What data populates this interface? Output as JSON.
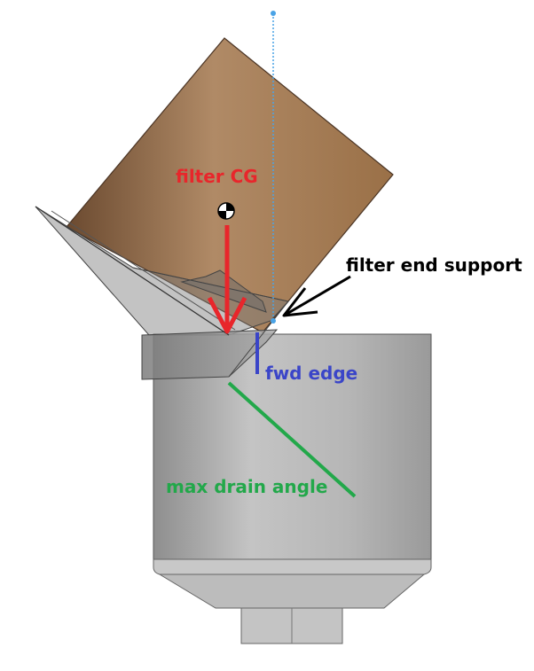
{
  "labels": {
    "filter_cg": "filter CG",
    "filter_end_support": "filter end support",
    "fwd_edge": "fwd edge",
    "max_drain_angle": "max drain angle"
  },
  "colors": {
    "filter_cg": "#e8262b",
    "filter_end_support": "#000000",
    "fwd_edge": "#3a45c8",
    "max_drain_angle": "#22a84a",
    "filter_body": "#a07a55",
    "canister": "#b4b4b4",
    "guide_line": "#4aa3e6"
  }
}
